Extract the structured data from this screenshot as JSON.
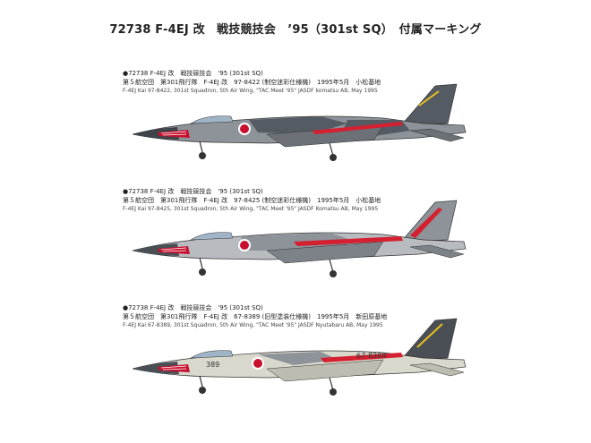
{
  "title": "72738 F-4EJ 改　戦技競技会　’95（301st SQ）　付属マーキング",
  "entries": [
    {
      "line1": "●72738 F-4EJ 改　戦技競技会　'95 (301st SQ)",
      "line2": "第５航空団　第301飛行隊　F-4EJ 改　97-8422 (制空迷彩仕様機)　1995年5月　小松基地",
      "line3": "F-4EJ Kai 97-8422, 301st Squadron, 5th Air Wing, \"TAC Meet '95\" JASDF komatsu AB, May 1995",
      "nose_number": "",
      "tail_code": ""
    },
    {
      "line1": "●72738 F-4EJ 改　戦技競技会　'95 (301st SQ)",
      "line2": "第５航空団　第301飛行隊　F-4EJ 改　97-8425 (制空迷彩仕様機)　1995年5月　小松基地",
      "line3": "F-4EJ Kai 97-8425, 301st Squadron, 5th Air Wing, \"TAC Meet '95\" JASDF Komatsu AB, May 1995",
      "nose_number": "",
      "tail_code": ""
    },
    {
      "line1": "●72738 F-4EJ 改　戦技競技会　'95 (301st SQ)",
      "line2": "第５航空団　第301飛行隊　F-4EJ 改　67-8389 (旧型塗装仕様機)　1995年5月　新田原基地",
      "line3": "F-4EJ Kai 67-8389, 301st Squadron, 5th Air Wing, \"TAC Meet '95\" JASDF Nyutabaru AB, May 1995",
      "nose_number": "389",
      "tail_code": "67-8389"
    }
  ],
  "colors": {
    "gray_dark": "#555b63",
    "gray_mid": "#8d9399",
    "gray_light": "#b8bcc0",
    "camo_light": "#d9d8cc",
    "red": "#d42030",
    "hinomaru": "#c8102e",
    "yellow": "#e8c020"
  }
}
